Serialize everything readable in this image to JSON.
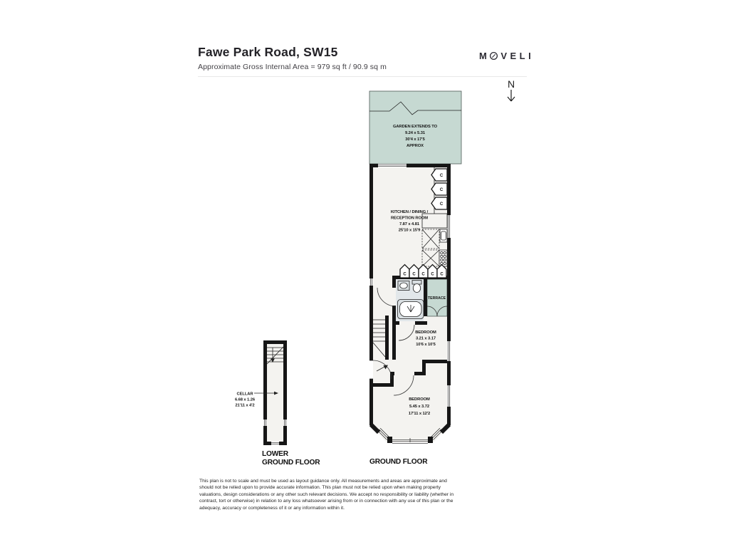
{
  "header": {
    "title": "Fawe Park Road, SW15",
    "subtitle": "Approximate Gross Internal Area = 979 sq ft / 90.9 sq m"
  },
  "logo": {
    "name": "MOVELI",
    "left": "M",
    "right": "VELI"
  },
  "compass": {
    "label": "N"
  },
  "ground_floor": {
    "floor_label": "GROUND FLOOR",
    "garden": {
      "line1": "GARDEN EXTENDS TO",
      "line2": "9.24 x 5.31",
      "line3": "30'4 x 17'5",
      "line4": "APPROX"
    },
    "kitchen": {
      "line1": "KITCHEN / DINING /",
      "line2": "RECEPTION ROOM",
      "line3": "7.87 x 4.81",
      "line4": "25'10 x 15'9"
    },
    "terrace_label": "TERRACE",
    "bedroom_rear": {
      "line1": "BEDROOM",
      "line2": "3.21 x 3.17",
      "line3": "10'6 x 10'5"
    },
    "bedroom_front": {
      "line1": "BEDROOM",
      "line2": "5.45 x 3.72",
      "line3": "17'11 x 12'2"
    },
    "cupboard": "C"
  },
  "lower_ground_floor": {
    "floor_label_line1": "LOWER",
    "floor_label_line2": "GROUND FLOOR",
    "cellar": {
      "line1": "CELLAR",
      "line2": "6.68 x 1.26",
      "line3": "21'11 x 4'2"
    }
  },
  "disclaimer": "This plan is not to scale and must be used as layout guidance only. All measurements and areas are approximate and should not be relied upon to provide accurate information. This plan must not be relied upon when making property valuations, design considerations or any other such relevant decisions. We accept no responsibility or liability (whether in contract, tort or otherwise) in relation to any loss whatsoever arising from or in connection with any use of this plan or the adequacy, accuracy or completeness of it or any information within it.",
  "colors": {
    "wall": "#161616",
    "floor": "#f4f3f0",
    "garden": "#c6d9d2",
    "bathroom": "#e2e7ea",
    "ink": "#1d1d1d"
  }
}
